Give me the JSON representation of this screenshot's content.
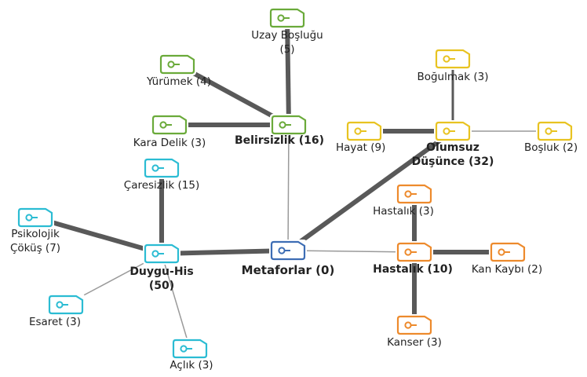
{
  "colors": {
    "green": "#6aaa3a",
    "yellow": "#e8c321",
    "cyan": "#2bbcd3",
    "blue": "#3d6db4",
    "orange": "#ed8a2c",
    "edge_thick": "#595959",
    "edge_thin": "#9a9a9a"
  },
  "icon": "folder-tag-icon",
  "nodes": {
    "root": {
      "lines": [
        "Metaforlar  (0)"
      ],
      "color": "blue"
    },
    "belirsizlik": {
      "lines": [
        "Belirsizlik (16)"
      ],
      "color": "green"
    },
    "uzay": {
      "lines": [
        "Uzay Boşluğu",
        "(5)"
      ],
      "color": "green"
    },
    "yurumek": {
      "lines": [
        "Yürümek (4)"
      ],
      "color": "green"
    },
    "karadelik": {
      "lines": [
        "Kara Delik (3)"
      ],
      "color": "green"
    },
    "olumsuz": {
      "lines": [
        "Olumsuz",
        "Düşünce (32)"
      ],
      "color": "yellow"
    },
    "bogulmak": {
      "lines": [
        "Boğulmak (3)"
      ],
      "color": "yellow"
    },
    "hayat": {
      "lines": [
        "Hayat (9)"
      ],
      "color": "yellow"
    },
    "bosluk": {
      "lines": [
        "Boşluk (2)"
      ],
      "color": "yellow"
    },
    "duygu": {
      "lines": [
        "Duygu-His",
        "(50)"
      ],
      "color": "cyan"
    },
    "caresizlik": {
      "lines": [
        "Çaresizlik (15)"
      ],
      "color": "cyan"
    },
    "psikolojik": {
      "lines": [
        "Psikolojik",
        "Çöküş (7)"
      ],
      "color": "cyan"
    },
    "esaret": {
      "lines": [
        "Esaret (3)"
      ],
      "color": "cyan"
    },
    "aclik": {
      "lines": [
        "Açlık (3)"
      ],
      "color": "cyan"
    },
    "hastalik": {
      "lines": [
        "Hastalık (10)"
      ],
      "color": "orange"
    },
    "hastalik3": {
      "lines": [
        "Hastalık (3)"
      ],
      "color": "orange"
    },
    "kankaybi": {
      "lines": [
        "Kan Kaybı (2)"
      ],
      "color": "orange"
    },
    "kanser": {
      "lines": [
        "Kanser (3)"
      ],
      "color": "orange"
    }
  },
  "edges": [
    {
      "from": "belirsizlik",
      "to": "uzay",
      "weight": "thick"
    },
    {
      "from": "belirsizlik",
      "to": "yurumek",
      "weight": "thick"
    },
    {
      "from": "belirsizlik",
      "to": "karadelik",
      "weight": "thick"
    },
    {
      "from": "belirsizlik",
      "to": "root",
      "weight": "thin"
    },
    {
      "from": "olumsuz",
      "to": "bogulmak",
      "weight": "medium"
    },
    {
      "from": "olumsuz",
      "to": "hayat",
      "weight": "thick"
    },
    {
      "from": "olumsuz",
      "to": "bosluk",
      "weight": "thin"
    },
    {
      "from": "olumsuz",
      "to": "root",
      "weight": "thick"
    },
    {
      "from": "duygu",
      "to": "caresizlik",
      "weight": "thick"
    },
    {
      "from": "duygu",
      "to": "psikolojik",
      "weight": "thick"
    },
    {
      "from": "duygu",
      "to": "esaret",
      "weight": "thin"
    },
    {
      "from": "duygu",
      "to": "aclik",
      "weight": "thin"
    },
    {
      "from": "duygu",
      "to": "root",
      "weight": "thick"
    },
    {
      "from": "hastalik",
      "to": "hastalik3",
      "weight": "thick"
    },
    {
      "from": "hastalik",
      "to": "kankaybi",
      "weight": "thick"
    },
    {
      "from": "hastalik",
      "to": "kanser",
      "weight": "thick"
    },
    {
      "from": "hastalik",
      "to": "root",
      "weight": "thin"
    }
  ]
}
